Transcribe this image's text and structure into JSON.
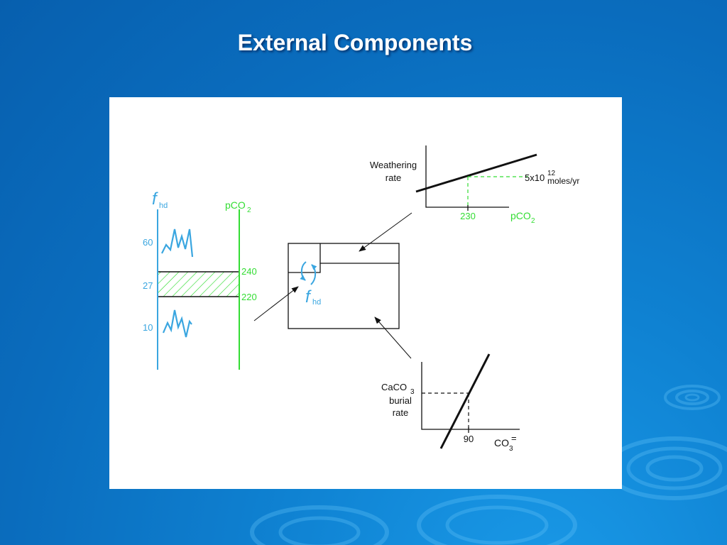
{
  "slide": {
    "title": "External Components"
  },
  "left_diagram": {
    "fhd_label": "f",
    "fhd_sub": "hd",
    "pco2_label": "pCO",
    "pco2_sub": "2",
    "fhd_ticks": [
      "60",
      "27",
      "10"
    ],
    "pco2_ticks": [
      "240",
      "220"
    ]
  },
  "box_diagram": {
    "fhd_label": "f",
    "fhd_sub": "hd"
  },
  "weathering_graph": {
    "ylabel_line1": "Weathering",
    "ylabel_line2": "rate",
    "value_label": "5x10",
    "value_exp": "12",
    "value_unit": "moles/yr",
    "xtick": "230",
    "xlabel": "pCO",
    "xlabel_sub": "2"
  },
  "burial_graph": {
    "ylabel_line1": "CaCO",
    "ylabel_sub": "3",
    "ylabel_line2": "burial",
    "ylabel_line3": "rate",
    "xtick": "90",
    "xlabel": "CO",
    "xlabel_sub": "3",
    "xlabel_sup": "="
  },
  "colors": {
    "blue_line": "#3aa6e0",
    "green_line": "#33dd33",
    "black": "#111111",
    "background": "#0a6cbd"
  }
}
